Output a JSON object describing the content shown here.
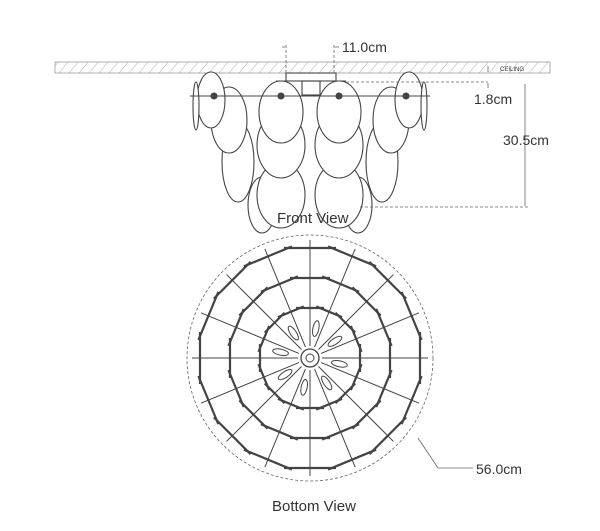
{
  "front_view": {
    "title": "Front View",
    "ceiling_label": "CEILING",
    "dimensions": {
      "canopy_width": "11.0cm",
      "canopy_height": "1.8cm",
      "total_height": "30.5cm"
    }
  },
  "bottom_view": {
    "title": "Bottom View",
    "dimensions": {
      "diameter": "56.0cm"
    }
  },
  "colors": {
    "line": "#444444",
    "dim": "#666666",
    "hatch": "#999999"
  }
}
